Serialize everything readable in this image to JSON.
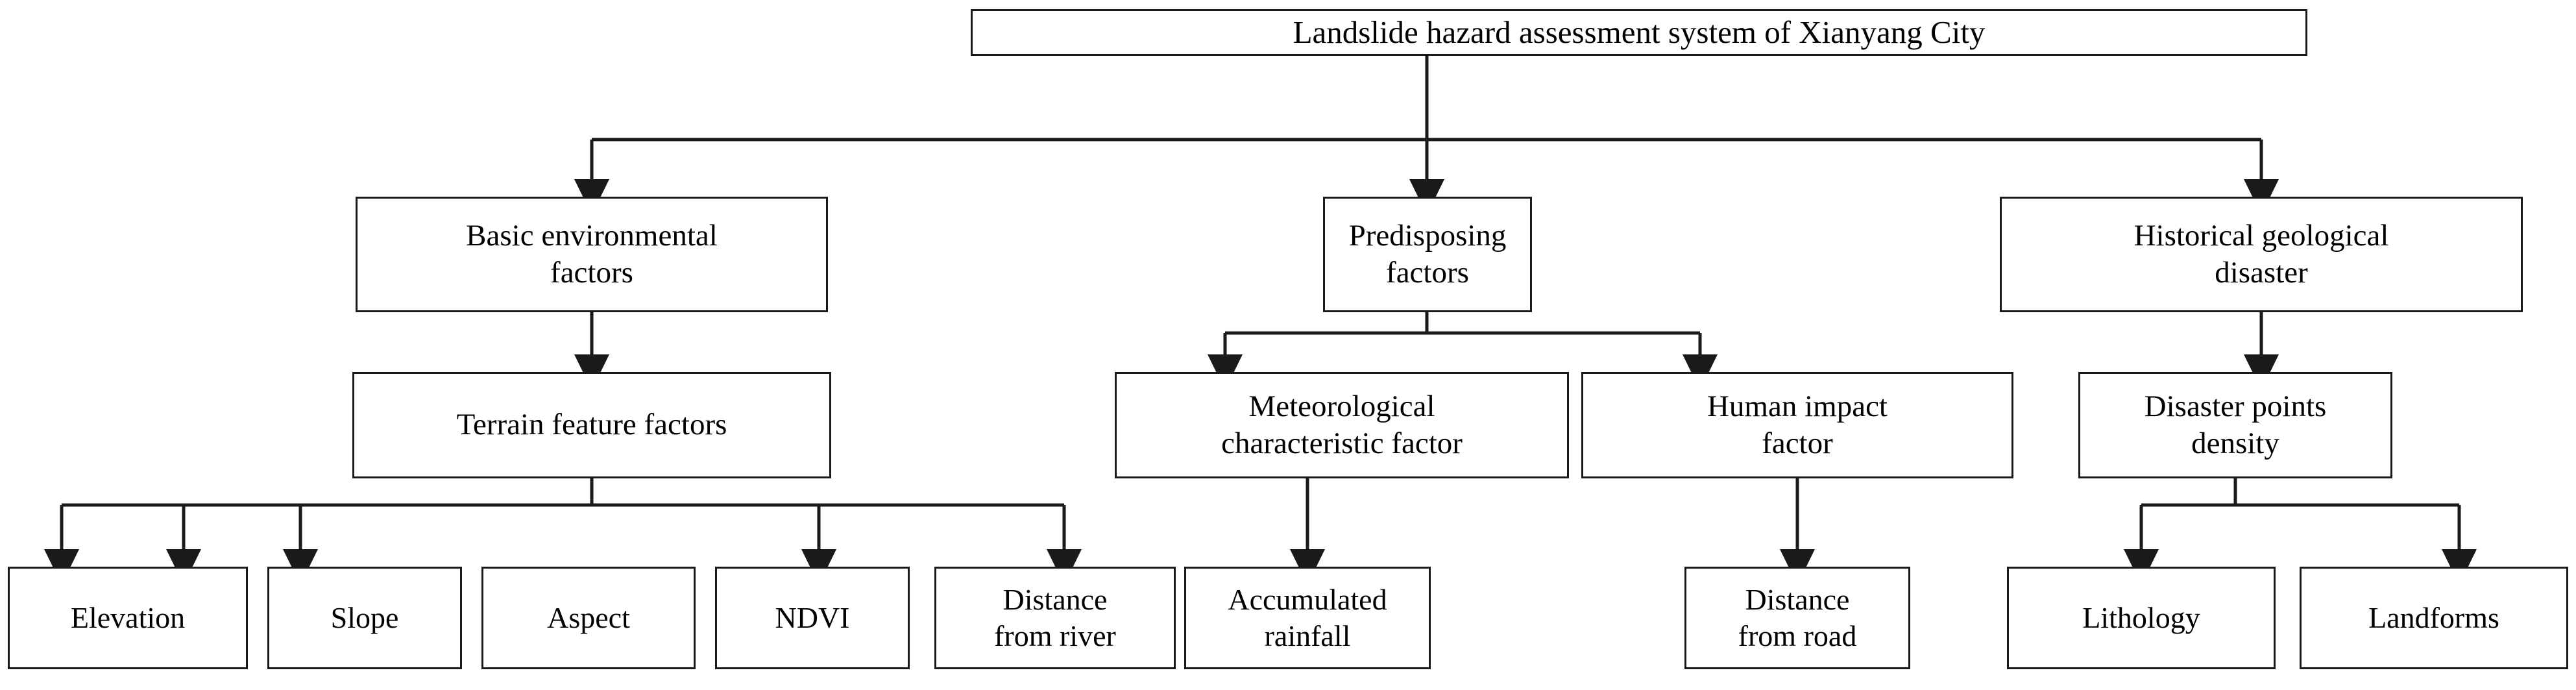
{
  "diagram": {
    "title": "Landslide hazard assessment system of Xianyang City",
    "type": "hierarchy-tree",
    "orientation": "top-down",
    "colors": {
      "background": "#ffffff",
      "box_border": "#1a1a1a",
      "box_fill": "#ffffff",
      "connector": "#1a1a1a",
      "text": "#000000"
    },
    "root": {
      "label": "Landslide hazard assessment system of Xianyang City"
    },
    "level1": [
      {
        "label": "Basic environmental\nfactors"
      },
      {
        "label": "Predisposing\nfactors"
      },
      {
        "label": "Historical geological\ndisaster"
      }
    ],
    "level2": [
      {
        "label": "Terrain feature factors",
        "parent": "Basic environmental factors"
      },
      {
        "label": "Meteorological\ncharacteristic factor",
        "parent": "Predisposing factors"
      },
      {
        "label": "Human impact\nfactor",
        "parent": "Predisposing factors"
      },
      {
        "label": "Disaster points\ndensity",
        "parent": "Historical geological disaster"
      }
    ],
    "level3": [
      {
        "label": "Elevation",
        "parent": "Terrain feature factors"
      },
      {
        "label": "Slope",
        "parent": "Terrain feature factors"
      },
      {
        "label": "Aspect",
        "parent": "Terrain feature factors"
      },
      {
        "label": "NDVI",
        "parent": "Terrain feature factors"
      },
      {
        "label": "Distance\nfrom river",
        "parent": "Terrain feature factors"
      },
      {
        "label": "Accumulated\nrainfall",
        "parent": "Meteorological characteristic factor"
      },
      {
        "label": "Distance\nfrom road",
        "parent": "Human impact factor"
      },
      {
        "label": "Lithology",
        "parent": "Disaster points density"
      },
      {
        "label": "Landforms",
        "parent": "Disaster points density"
      }
    ]
  }
}
